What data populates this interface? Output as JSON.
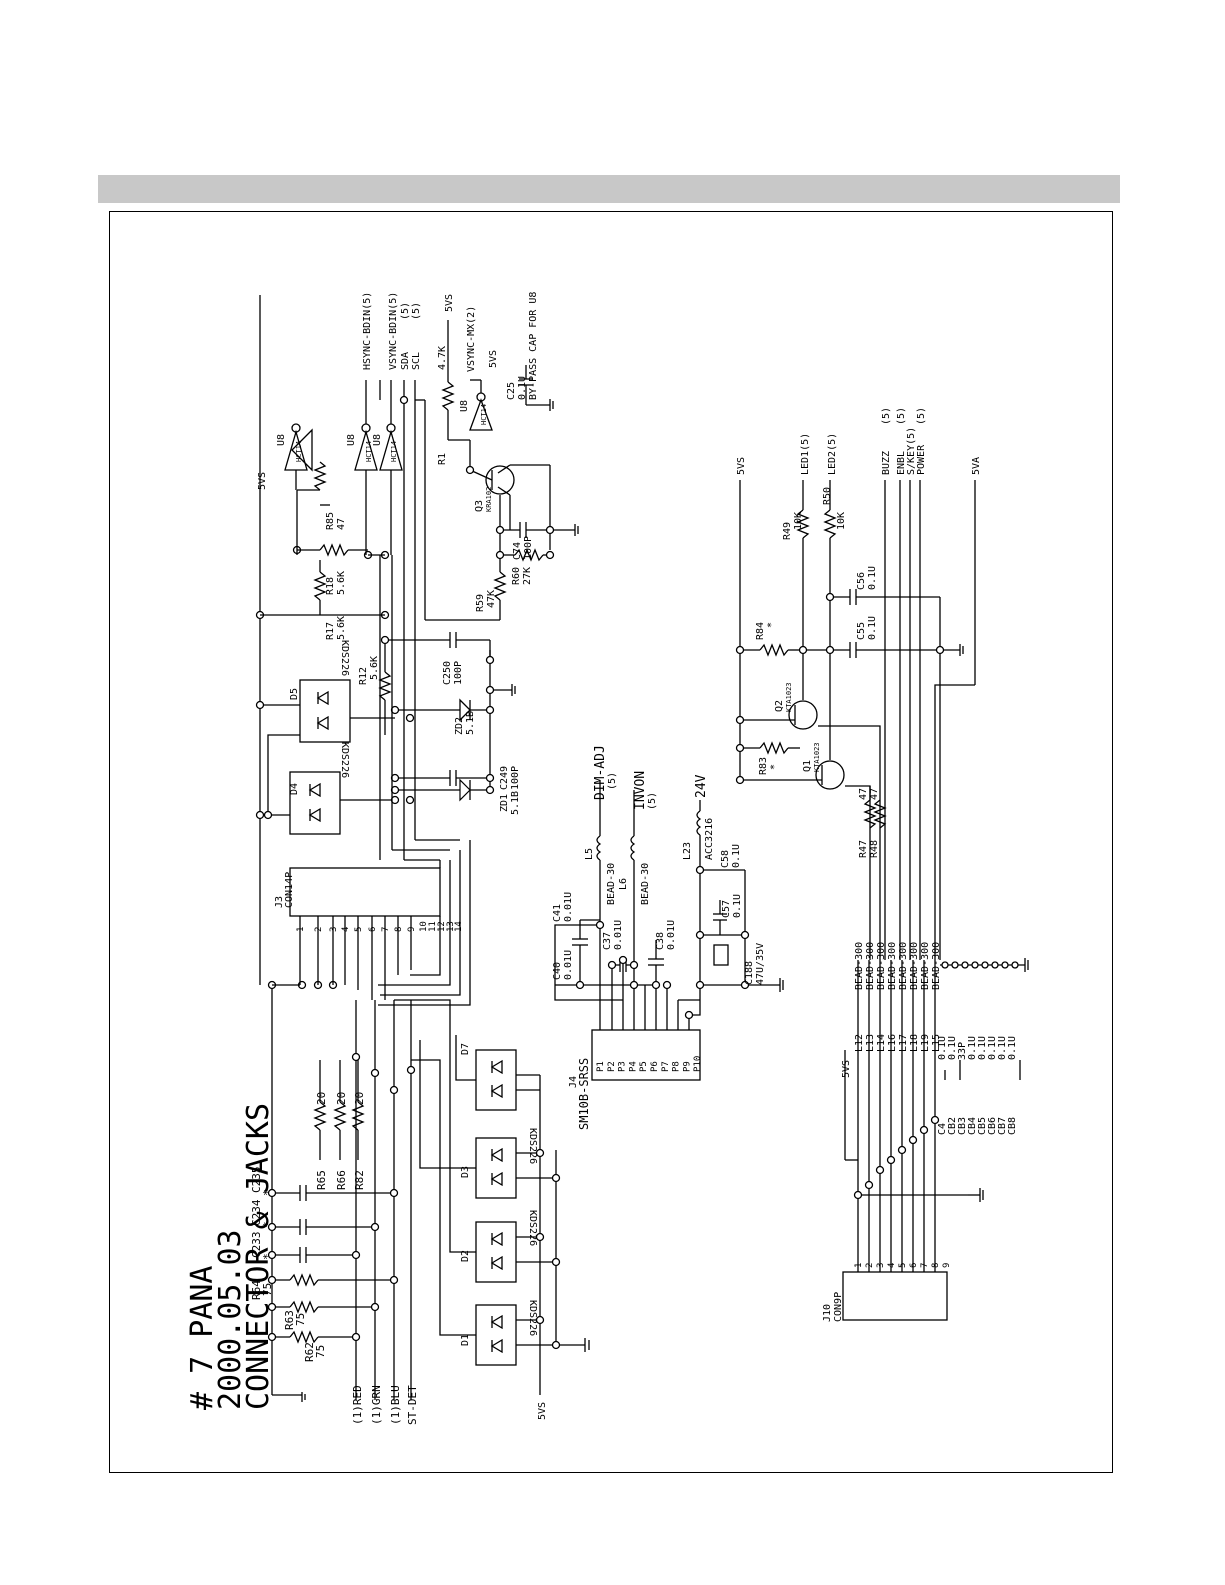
{
  "title": {
    "line1": "# 7  PANA",
    "line2": "2000.05.03",
    "line3": "CONNECTOR & JACKS"
  },
  "inputs": [
    {
      "id": "red",
      "label": "(1)RED"
    },
    {
      "id": "grn",
      "label": "(1)GRN"
    },
    {
      "id": "blu",
      "label": "(1)BLU"
    },
    {
      "id": "stdet",
      "label": "ST-DET"
    }
  ],
  "rails": {
    "v5vs": "5VS",
    "v5va": "5VA",
    "v24": "24V"
  },
  "resistors": [
    {
      "ref": "R62",
      "value": "75"
    },
    {
      "ref": "R63",
      "value": "75"
    },
    {
      "ref": "R64",
      "value": "75"
    },
    {
      "ref": "R65",
      "value": "20"
    },
    {
      "ref": "R66",
      "value": "20"
    },
    {
      "ref": "R82",
      "value": "20"
    },
    {
      "ref": "R12",
      "value": "5.6K"
    },
    {
      "ref": "R17",
      "value": "5.6K"
    },
    {
      "ref": "R18",
      "value": "5.6K"
    },
    {
      "ref": "R85",
      "value": "47"
    },
    {
      "ref": "R59",
      "value": "47K"
    },
    {
      "ref": "R60",
      "value": "27K"
    },
    {
      "ref": "R1",
      "value": "4.7K"
    },
    {
      "ref": "R49",
      "value": "10K"
    },
    {
      "ref": "R50",
      "value": "10K"
    },
    {
      "ref": "R83",
      "value": "*"
    },
    {
      "ref": "R84",
      "value": "*"
    },
    {
      "ref": "R47",
      "value": "47"
    },
    {
      "ref": "R48",
      "value": "47"
    }
  ],
  "capacitors": [
    {
      "ref": "C233",
      "value": "*"
    },
    {
      "ref": "C234",
      "value": "*"
    },
    {
      "ref": "C235",
      "value": "*"
    },
    {
      "ref": "C249",
      "value": "100P"
    },
    {
      "ref": "C250",
      "value": "100P"
    },
    {
      "ref": "C74",
      "value": "100P"
    },
    {
      "ref": "C25",
      "value": "0.1U"
    },
    {
      "ref": "C40",
      "value": "0.01U"
    },
    {
      "ref": "C41",
      "value": "0.01U"
    },
    {
      "ref": "C37",
      "value": "0.01U"
    },
    {
      "ref": "C38",
      "value": "0.01U"
    },
    {
      "ref": "C57",
      "value": "0.1U"
    },
    {
      "ref": "C58",
      "value": "0.1U"
    },
    {
      "ref": "C188",
      "value": "47U/35V"
    },
    {
      "ref": "C55",
      "value": "0.1U"
    },
    {
      "ref": "C56",
      "value": "0.1U"
    }
  ],
  "diodes": [
    {
      "ref": "D1",
      "part": "KDS226"
    },
    {
      "ref": "D2",
      "part": "KDS226"
    },
    {
      "ref": "D3",
      "part": "KDS226"
    },
    {
      "ref": "D4",
      "part": "KDS226"
    },
    {
      "ref": "D5",
      "part": "KDS226"
    },
    {
      "ref": "D7",
      "part": "KDS226"
    },
    {
      "ref": "ZD1",
      "part": "5.1B"
    },
    {
      "ref": "ZD2",
      "part": "5.1B"
    }
  ],
  "transistors": [
    {
      "ref": "Q1",
      "part": "KTA1023"
    },
    {
      "ref": "Q2",
      "part": "KTA1023"
    },
    {
      "ref": "Q3",
      "part": "KRA102"
    }
  ],
  "inductors": [
    {
      "ref": "L5",
      "value": "BEAD-30"
    },
    {
      "ref": "L6",
      "value": "BEAD-30"
    },
    {
      "ref": "L23",
      "value": "ACC3216"
    }
  ],
  "ic": {
    "ref": "U8",
    "part": "HCT14"
  },
  "connectors": {
    "j3": {
      "ref": "J3",
      "part": "CON14P",
      "pins": [
        "1",
        "2",
        "3",
        "4",
        "5",
        "6",
        "7",
        "8",
        "9",
        "10",
        "11",
        "12",
        "13",
        "14"
      ]
    },
    "j4": {
      "ref": "J4",
      "part": "SM10B-SRSS",
      "pins": [
        "P1",
        "P2",
        "P3",
        "P4",
        "P5",
        "P6",
        "P7",
        "P8",
        "P9",
        "P10"
      ]
    },
    "j10": {
      "ref": "J10",
      "part": "CON9P",
      "pins": [
        "1",
        "2",
        "3",
        "4",
        "5",
        "6",
        "7",
        "8",
        "9"
      ]
    }
  },
  "nets": {
    "hsync": "HSYNC-BDIN(5)",
    "vsync": "VSYNC-BDIN(5)",
    "sda": "SDA",
    "sda_sheet": "(5)",
    "scl": "SCL",
    "scl_sheet": "(5)",
    "vsync_mx": "VSYNC-MX(2)",
    "dim_adj": "DIM-ADJ",
    "dim_adj_sheet": "(5)",
    "invon": "INVON",
    "invon_sheet": "(5)",
    "led1": "LED1(5)",
    "led2": "LED2(5)",
    "buzz": "BUZZ",
    "buzz_sheet": "(5)",
    "enbl": "ENBL",
    "enbl_sheet": "(5)",
    "s_key": "S/KEY(5)",
    "power": "POWER",
    "power_sheet": "(5)"
  },
  "notes": {
    "bypass": "BY-PASS CAP FOR U8"
  },
  "beads": [
    {
      "ref": "L12",
      "value": "BEAD-300"
    },
    {
      "ref": "L13",
      "value": "BEAD-300"
    },
    {
      "ref": "L14",
      "value": "BEAD-300"
    },
    {
      "ref": "L16",
      "value": "BEAD-300"
    },
    {
      "ref": "L17",
      "value": "BEAD-300"
    },
    {
      "ref": "L18",
      "value": "BEAD-300"
    },
    {
      "ref": "L19",
      "value": "BEAD-300"
    },
    {
      "ref": "L15",
      "value": "BEAD-300"
    }
  ],
  "filter_caps": [
    {
      "ref": "C4",
      "value": "0.1U"
    },
    {
      "ref": "CB2",
      "value": "0.1U"
    },
    {
      "ref": "CB3",
      "value": "33P"
    },
    {
      "ref": "CB4",
      "value": "0.1U"
    },
    {
      "ref": "CB5",
      "value": "0.1U"
    },
    {
      "ref": "CB6",
      "value": "0.1U"
    },
    {
      "ref": "CB7",
      "value": "0.1U"
    },
    {
      "ref": "CB8",
      "value": "0.1U"
    }
  ]
}
